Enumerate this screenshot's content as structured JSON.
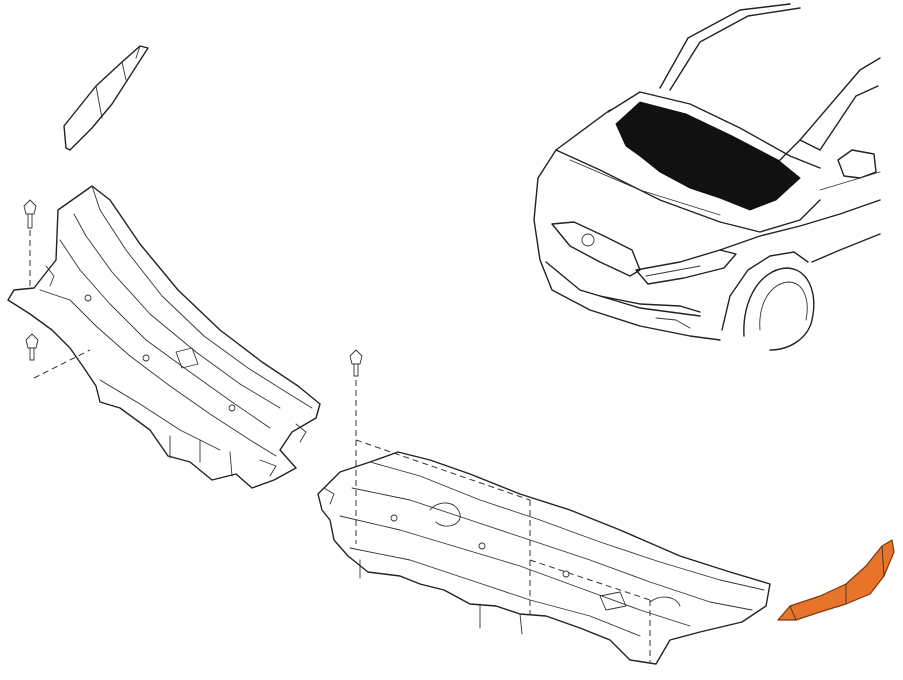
{
  "diagram": {
    "highlight_color": "#e8732a",
    "line_color": "#222222",
    "background": "#ffffff",
    "parts": [
      {
        "name": "windshield-trim-left",
        "highlighted": false
      },
      {
        "name": "cowl-panel-left",
        "highlighted": false
      },
      {
        "name": "cowl-panel-right",
        "highlighted": false
      },
      {
        "name": "windshield-trim-right",
        "highlighted": true
      },
      {
        "name": "vehicle-front-view",
        "highlighted": false
      }
    ],
    "fasteners": 3,
    "labels": []
  }
}
